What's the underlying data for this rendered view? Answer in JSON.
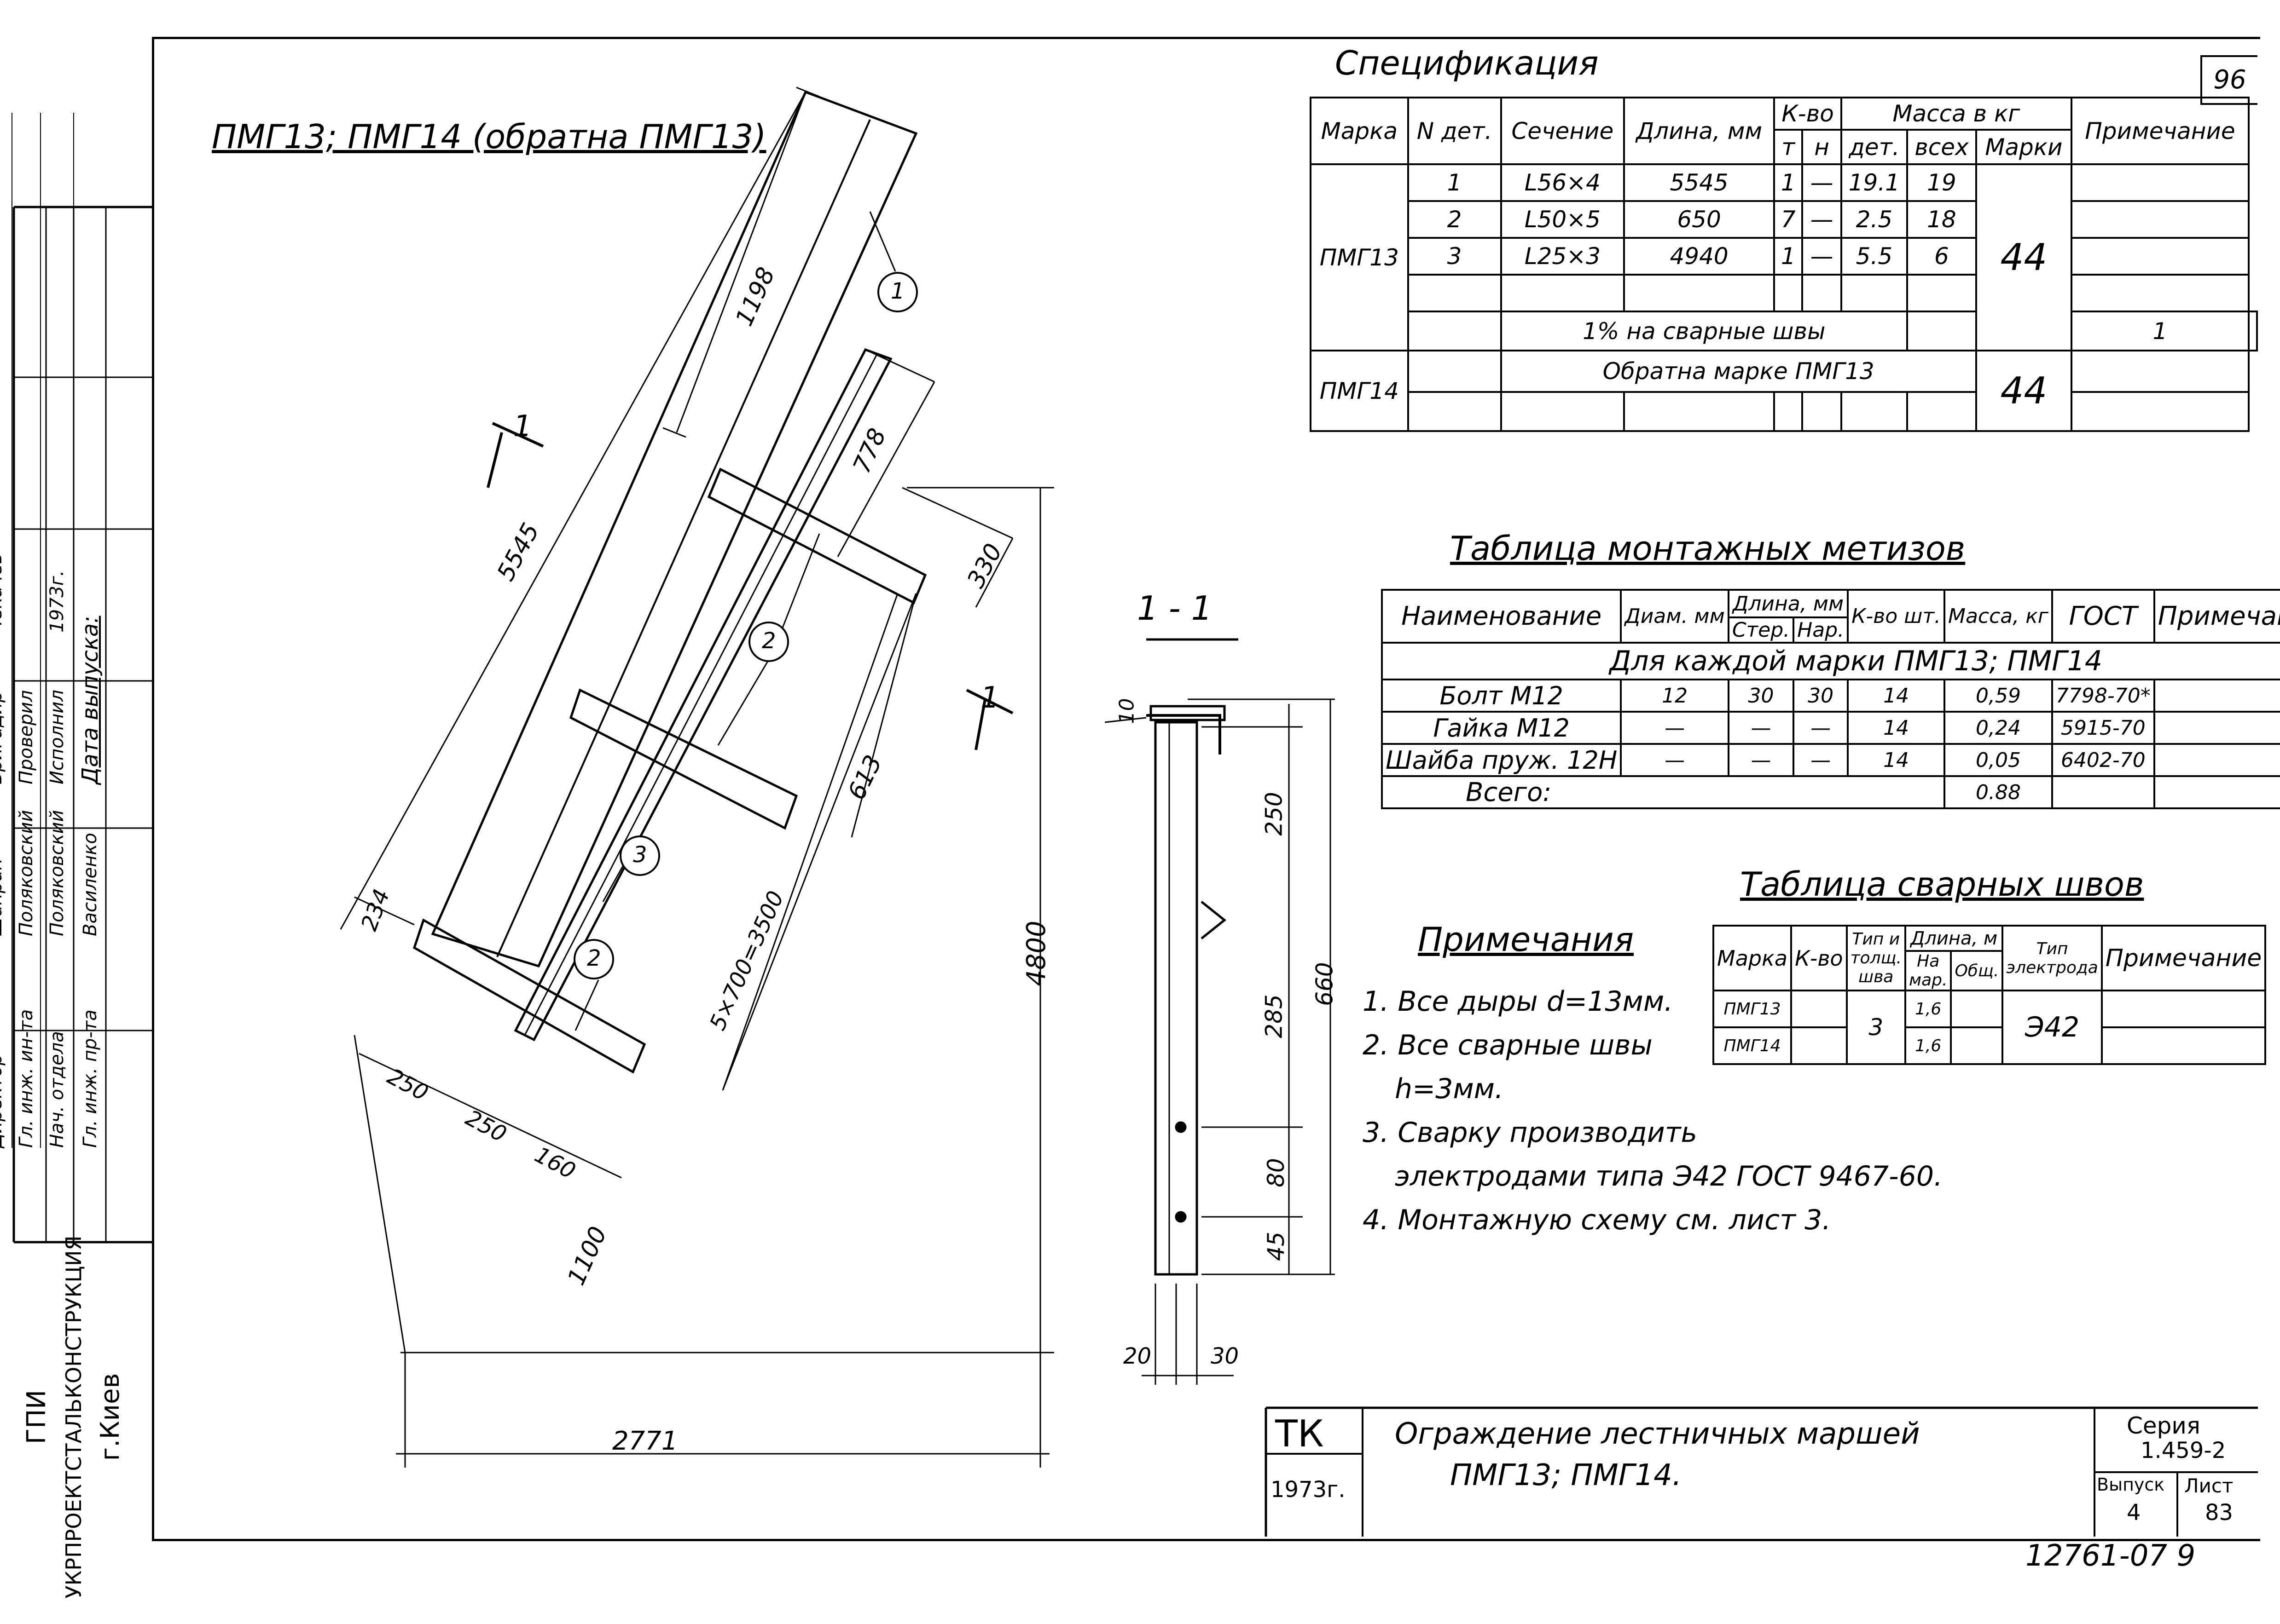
{
  "drawing_title": "ПМГ13; ПМГ14 (обратна ПМГ13)",
  "section_label": "1 - 1",
  "cut_mark": "1",
  "sheet_number": "96",
  "dimensions": {
    "d198": "1198",
    "d5545": "5545",
    "d778": "778",
    "d330": "330",
    "d613": "613",
    "d5x700": "5×700=3500",
    "d4800": "4800",
    "d234": "234",
    "d250a": "250",
    "d250b": "250",
    "d160": "160",
    "d1100": "1100",
    "d2771": "2771",
    "s10": "10",
    "s250": "250",
    "s285": "285",
    "s80": "80",
    "s45": "45",
    "s660": "660",
    "s20": "20",
    "s30": "30"
  },
  "callouts": [
    "1",
    "2",
    "2",
    "3",
    "2"
  ],
  "spec": {
    "title": "Спецификация",
    "headers": {
      "marka": "Марка",
      "n_det": "N дет.",
      "sechenie": "Сечение",
      "dlina": "Длина, мм",
      "kvo": "К-во",
      "t": "т",
      "n": "н",
      "massa": "Масса в кг",
      "det": "дет.",
      "vseh": "всех",
      "marki": "Марки",
      "primechanie": "Примечание"
    },
    "rows": [
      {
        "n": "1",
        "sec": "L56×4",
        "len": "5545",
        "t": "1",
        "h": "—",
        "det": "19.1",
        "all": "19"
      },
      {
        "n": "2",
        "sec": "L50×5",
        "len": "650",
        "t": "7",
        "h": "—",
        "det": "2.5",
        "all": "18"
      },
      {
        "n": "3",
        "sec": "L25×3",
        "len": "4940",
        "t": "1",
        "h": "—",
        "det": "5.5",
        "all": "6"
      }
    ],
    "mark1": "ПМГ13",
    "mark1_mass": "44",
    "weld_note": "1% на сварные швы",
    "weld_mass": "1",
    "mark2": "ПМГ14",
    "mark2_note": "Обратна марке ПМГ13",
    "mark2_mass": "44"
  },
  "fasteners": {
    "title": "Таблица монтажных метизов",
    "headers": {
      "name": "Наименование",
      "diam": "Диам. мм",
      "dlina": "Длина, мм",
      "ster": "Стер.",
      "nar": "Нар.",
      "kvo": "К-во шт.",
      "massa": "Масса, кг",
      "gost": "ГОСТ",
      "prim": "Примечание"
    },
    "for_each": "Для каждой марки ПМГ13; ПМГ14",
    "rows": [
      {
        "name": "Болт М12",
        "d": "12",
        "s": "30",
        "n": "30",
        "q": "14",
        "m": "0,59",
        "g": "7798-70*"
      },
      {
        "name": "Гайка М12",
        "d": "—",
        "s": "—",
        "n": "—",
        "q": "14",
        "m": "0,24",
        "g": "5915-70"
      },
      {
        "name": "Шайба пруж. 12Н",
        "d": "—",
        "s": "—",
        "n": "—",
        "q": "14",
        "m": "0,05",
        "g": "6402-70"
      }
    ],
    "total_label": "Всего:",
    "total": "0.88"
  },
  "welds": {
    "title": "Таблица сварных швов",
    "headers": {
      "marka": "Марка",
      "kvo": "К-во",
      "tip": "Тип и толщ. шва",
      "dlina": "Длина, м",
      "na_mar": "На мар.",
      "obsh": "Общ.",
      "elektrod": "Тип электрода",
      "prim": "Примечание"
    },
    "rows": [
      {
        "marka": "ПМГ13",
        "len": "1,6"
      },
      {
        "marka": "ПМГ14",
        "len": "1,6"
      }
    ],
    "seam": "3",
    "electrode": "Э42"
  },
  "notes": {
    "title": "Примечания",
    "items": [
      "1. Все дыры d=13мм.",
      "2. Все сварные швы",
      "h=3мм.",
      "3. Сварку производить",
      "электродами типа Э42 ГОСТ 9467-60.",
      "4. Монтажную схему см. лист 3."
    ]
  },
  "side_stamp": {
    "rows": [
      {
        "role": "Директор",
        "name": "Шапран"
      },
      {
        "role": "Гл. инж. ин-та",
        "name": "Поляковский"
      },
      {
        "role": "Нач. отдела",
        "name": "Поляковский"
      },
      {
        "role": "Гл. инж. пр-та",
        "name": "Василенко"
      },
      {
        "role": "Бригадир",
        "name": ""
      },
      {
        "role": "Проверил",
        "name": ""
      },
      {
        "role": "Исполнил",
        "name": ""
      },
      {
        "role": "Чекачев",
        "name": ""
      },
      {
        "role": "",
        "name": ""
      },
      {
        "role": "",
        "name": "1973г."
      }
    ],
    "date_label": "Дата выпуска:",
    "org1": "ГПИ",
    "org2": "УКРПРОЕКТСТАЛЬКОНСТРУКЦИЯ",
    "org3": "г.Киев"
  },
  "title_block": {
    "tk": "ТК",
    "year": "1973г.",
    "line1": "Ограждение лестничных маршей",
    "line2": "ПМГ13; ПМГ14.",
    "series_label": "Серия",
    "series": "1.459-2",
    "vypusk_label": "Выпуск",
    "vypusk": "4",
    "list_label": "Лист",
    "list": "83"
  },
  "archive_number": "12761-07 9"
}
